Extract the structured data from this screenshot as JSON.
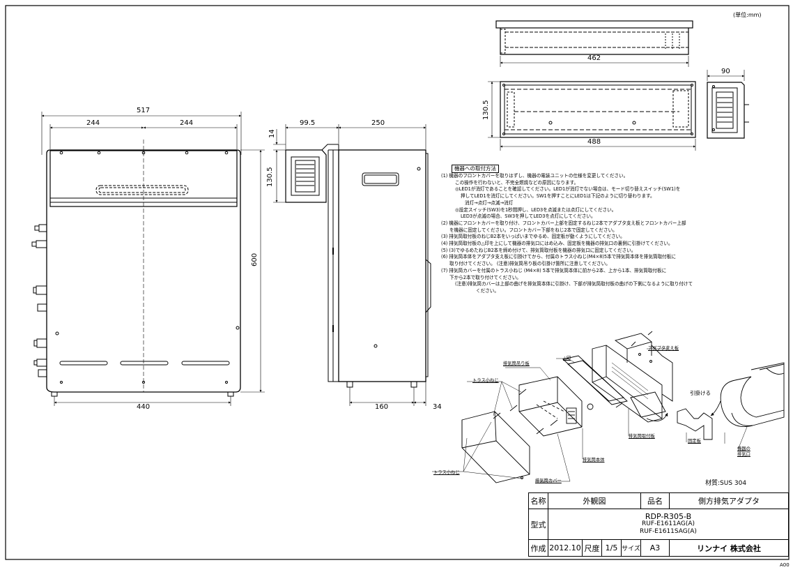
{
  "unit_note": "(単位:mm)",
  "dimensions": {
    "front_width": "517",
    "front_half_left": "244",
    "front_half_right": "244",
    "front_height": "600",
    "front_bottom": "440",
    "side_top_left": "99.5",
    "side_top_depth": "250",
    "side_offset": "14",
    "side_duct_height": "130.5",
    "side_bottom": "160",
    "side_bottom_right": "34",
    "top_width": "462",
    "plan_width": "488",
    "plan_height": "130.5",
    "end_width": "90"
  },
  "instructions": {
    "heading": "機器への取付方法",
    "lines": [
      "(1) 機器のフロントカバーを取りはずし、機器の電装ユニットの仕様を変更してください。",
      "この操作を行わないと、不完全燃焼などの原因になります。",
      "◎LED1が消灯であることを確認してください。LED1が消灯でない場合は、モード切り替えスイッチ(SW1)を",
      "押してLED1を消灯にしてください。SW1を押すことにLED1は下記のように切り替わります。",
      "消灯→点灯→点滅→消灯",
      "◎設定スイッチ(SW3)を1秒間押し、LED3を点滅または点灯にしてください。",
      "LED3が点滅の場合、SW3を押してLED3を点灯にしてください。",
      "(2) 機器にフロントカバーを取り付け、フロントカバー上部を固定するねじ2本でアダプタ支え板とフロントカバー上部",
      "を機器に固定してください。フロントカバー下部をねじ2本で固定してください。",
      "(3) 排気筒取付板のねじB2本をいっぱいまでゆるめ、固定板が動くようにしてください。",
      "(4) 排気筒取付板の△印を上にして機器の排気口にはめ込み、固定板を機器の排気口の裏側に引掛けてください。",
      "(5) (3)でゆるめたねじB2本を締め付けて、排気筒取付板を機器の排気口に固定してください。",
      "(6) 排気筒本体をアダプタ支え板に引掛けてから、付属のトラス小ねじ(M4×8)5本で排気筒本体を排気筒取付板に",
      "取り付けてください。 (注意)排気筒吊り板の引掛け箇所に注意してください。",
      "(7) 排気筒カバーを付属のトラス小ねじ (M4×8) 5本で排気筒本体に前から2本、上から1本、排気筒取付板に",
      "下から2本で取り付けてください。",
      "(注意)排気筒カバーは上部の曲げを排気筒本体に引掛け、下部が排気筒取付板の曲げの下側になるように取り付けて",
      "ください。"
    ]
  },
  "labels": {
    "adapter_plate": "アダプタ支え板",
    "triangle_mark": "△印",
    "exhaust_hanger": "排気筒吊り板",
    "truss_screw_1": "トラス小ねじ",
    "hook": "引掛ける",
    "fixing_plate": "固定板",
    "exhaust_mount": "排気筒取付板",
    "unit_outlet": "機器の排気口",
    "exhaust_body": "排気筒本体",
    "truss_screw_2": "トラス小ねじ",
    "exhaust_cover": "排気筒カバー"
  },
  "material": "材質:SUS 304",
  "title_block": {
    "name_label": "名称",
    "name_value": "外観図",
    "product_label": "品名",
    "product_value": "側方排気アダプタ",
    "model_label": "型式",
    "model_main": "RDP-R305-B",
    "model_sub1": "RUF-E1611AG(A)",
    "model_sub2": "RUF-E1611SAG(A)",
    "created_label": "作成",
    "created_value": "2012.10",
    "scale_label": "尺度",
    "scale_value": "1/5",
    "size_label": "サイズ",
    "size_value": "A3",
    "company": "リンナイ 株式会社"
  },
  "drawing_code": "A00"
}
